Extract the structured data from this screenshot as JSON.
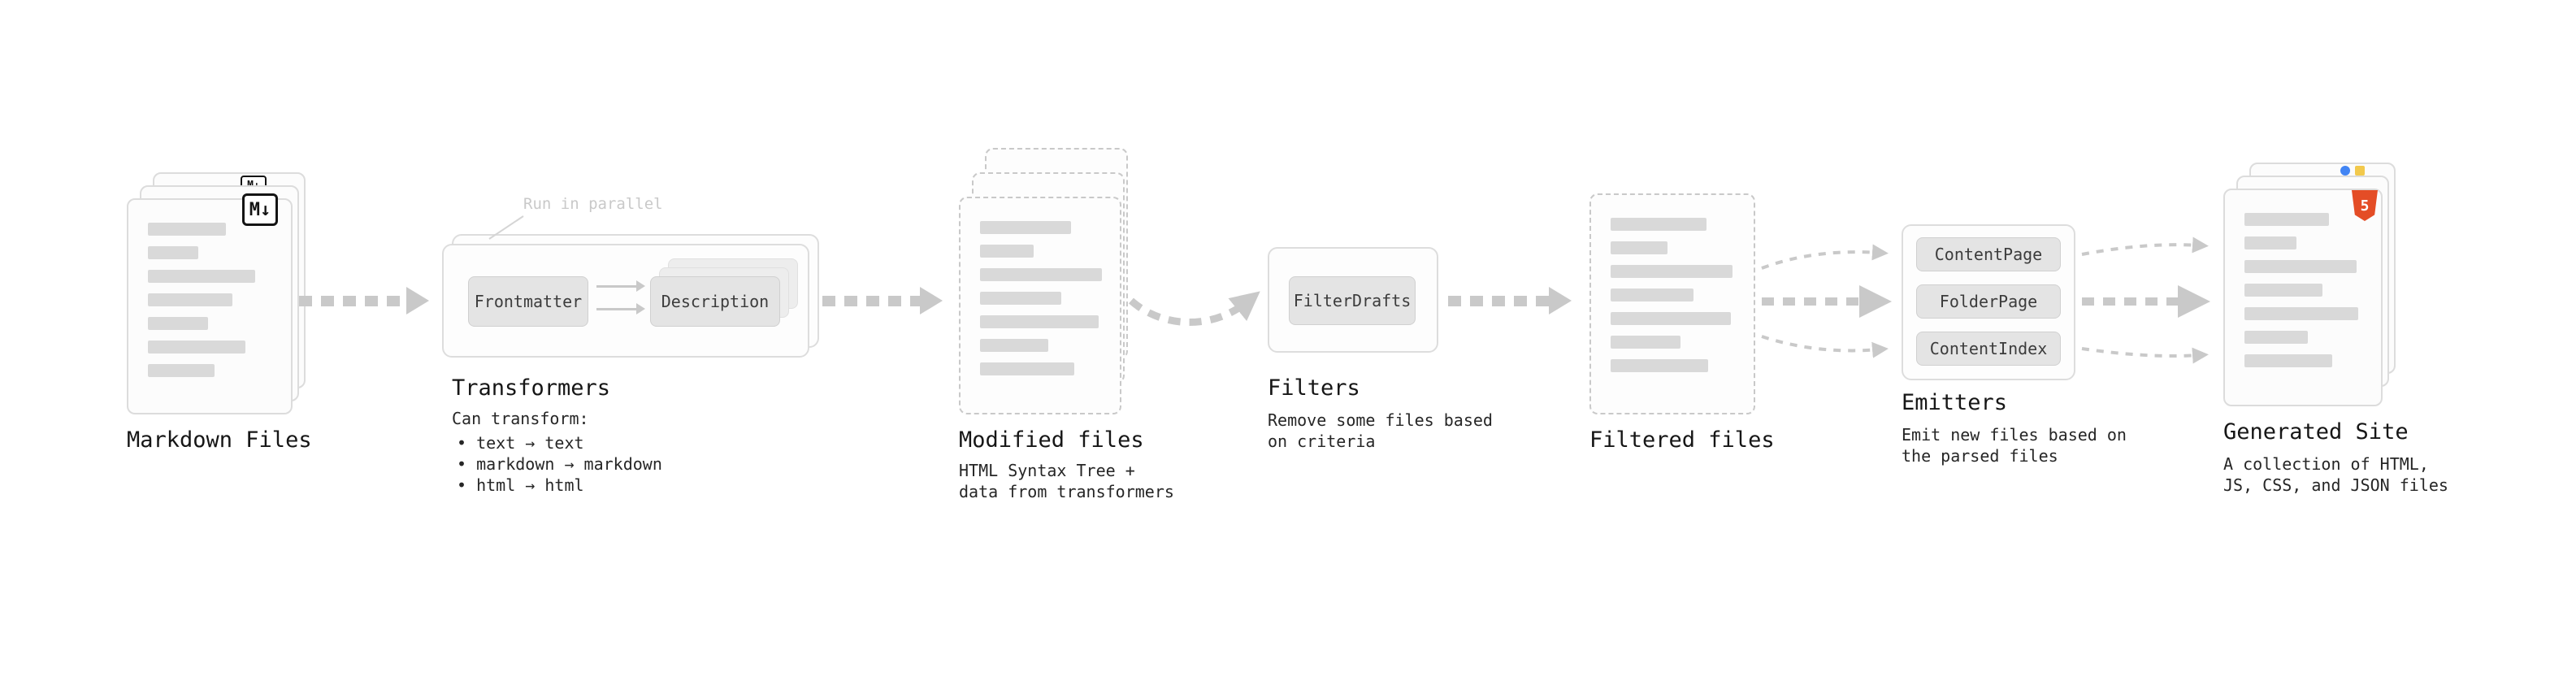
{
  "nodes": {
    "markdown_files": {
      "label": "Markdown Files",
      "badge": "M↓"
    },
    "transformers": {
      "label": "Transformers",
      "annotation": "Run in parallel",
      "box1": "Frontmatter",
      "box2": "Description",
      "desc_title": "Can transform:",
      "bullets": [
        "• text → text",
        "• markdown → markdown",
        "• html → html"
      ]
    },
    "modified_files": {
      "label": "Modified files",
      "sub": [
        "HTML Syntax Tree +",
        "data from transformers"
      ]
    },
    "filters": {
      "label": "Filters",
      "box1": "FilterDrafts",
      "sub": [
        "Remove some files based",
        "on criteria"
      ]
    },
    "filtered_files": {
      "label": "Filtered files"
    },
    "emitters": {
      "label": "Emitters",
      "boxes": [
        "ContentPage",
        "FolderPage",
        "ContentIndex"
      ],
      "sub": [
        "Emit new files based on",
        "the parsed files"
      ]
    },
    "generated_site": {
      "label": "Generated Site",
      "badge": "5",
      "sub": [
        "A collection of HTML,",
        "JS, CSS, and JSON files"
      ]
    }
  },
  "colors": {
    "arrow": "#c9c9c9",
    "bar": "#d9d9d9",
    "card_border": "#dcdcdc",
    "dashed_border": "#c9c9c9",
    "box_fill": "#e4e4e4",
    "heading_text": "#161616",
    "sub_text": "#262626",
    "annotation_text": "#c9c9c9",
    "markdown_badge": "#141414",
    "html5_orange": "#e44d26",
    "dot_blue": "#4285f4",
    "dot_yellow": "#f2c94c"
  }
}
